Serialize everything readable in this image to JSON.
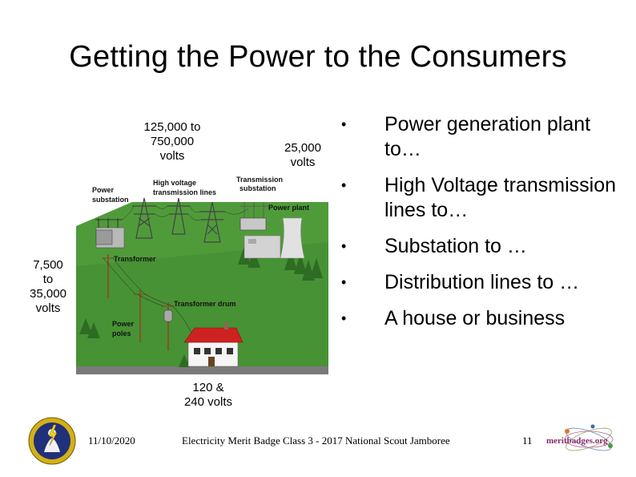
{
  "slide": {
    "title": "Getting the Power to the Consumers"
  },
  "labels": {
    "transmission_voltage": "125,000 to\n750,000\nvolts",
    "generation_voltage": "25,000\nvolts",
    "distribution_voltage": "7,500\nto\n35,000\nvolts",
    "home_voltage": "120 &\n240 volts"
  },
  "illustration": {
    "power_substation": [
      "Power",
      "substation"
    ],
    "high_voltage_lines": [
      "High voltage",
      "transmission lines"
    ],
    "transmission_substation": [
      "Transmission",
      "substation"
    ],
    "power_plant": "Power plant",
    "transformer": "Transformer",
    "transformer_drum": "Transformer drum",
    "power_poles": [
      "Power",
      "poles"
    ]
  },
  "bullets": [
    "Power generation plant to…",
    "High Voltage transmission lines to…",
    "Substation to …",
    "Distribution lines to …",
    "A house or business"
  ],
  "bullet_marker": "•",
  "footer": {
    "date": "11/10/2020",
    "caption": "Electricity Merit Badge Class 3 - 2017 National Scout Jamboree",
    "page": "11",
    "logo_text": "meritbadges.org"
  },
  "colors": {
    "grass": "#4f9b3a",
    "ground_side": "#8a8a8a",
    "sky_shade": "#e8ecef",
    "house_roof": "#cc2222",
    "badge_gold": "#d4b016",
    "badge_blue": "#20307a"
  }
}
